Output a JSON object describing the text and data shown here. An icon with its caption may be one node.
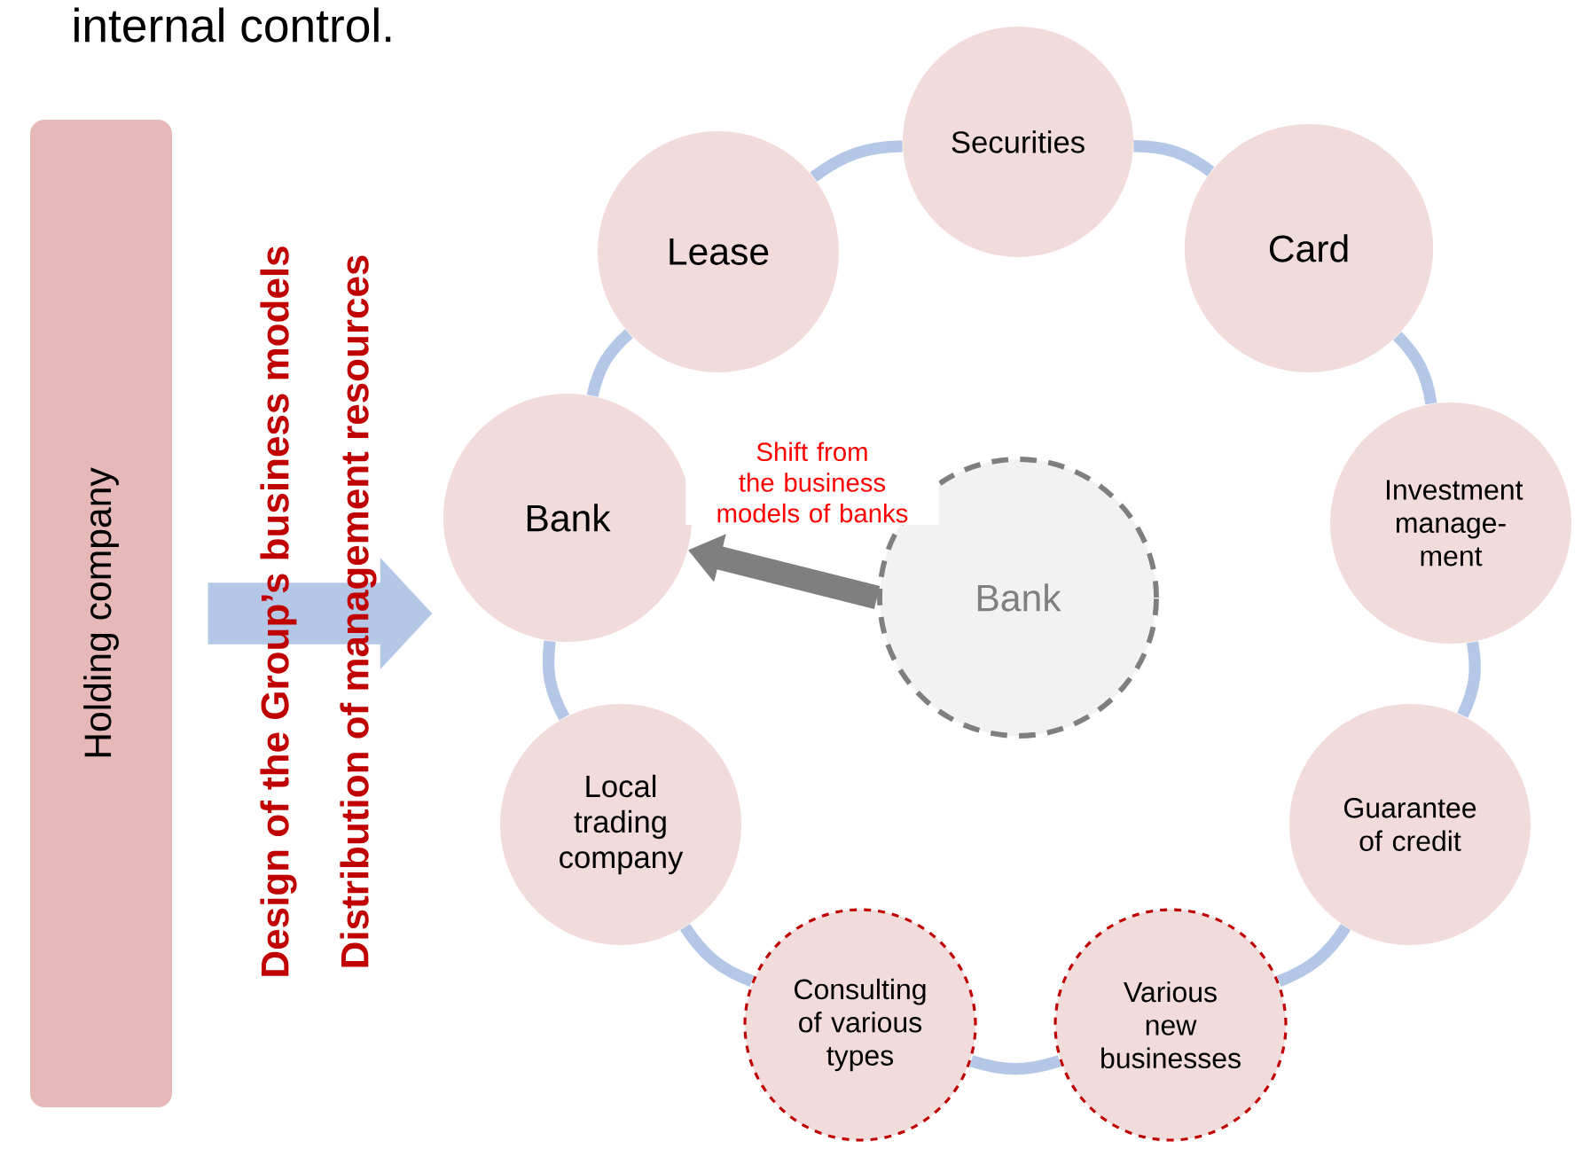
{
  "diagram": {
    "nodes": [
      {
        "text": [
          "Holding company"
        ]
      },
      {
        "text": [
          "Securities"
        ]
      },
      {
        "text": [
          "Card"
        ]
      },
      {
        "text": [
          "Investment manage-ment"
        ]
      },
      {
        "text": [
          "Guarantee of credit"
        ]
      },
      {
        "text": [
          "Various new businesses"
        ]
      },
      {
        "text": [
          "Consulting of various types"
        ]
      },
      {
        "text": [
          "Local trading company"
        ]
      },
      {
        "text": [
          "Bank"
        ]
      },
      {
        "text": [
          "Lease"
        ]
      },
      {
        "text": [
          "Bank"
        ]
      }
    ],
    "edges": [
      {
        "from": 1,
        "to": 2,
        "arrow": "none"
      },
      {
        "from": 2,
        "to": 3,
        "arrow": "none"
      },
      {
        "from": 3,
        "to": 4,
        "arrow": "none"
      },
      {
        "from": 4,
        "to": 5,
        "arrow": "none"
      },
      {
        "from": 5,
        "to": 6,
        "arrow": "none"
      },
      {
        "from": 6,
        "to": 7,
        "arrow": "none"
      },
      {
        "from": 7,
        "to": 8,
        "arrow": "none"
      },
      {
        "from": 8,
        "to": 9,
        "arrow": "none"
      },
      {
        "from": 9,
        "to": 1,
        "arrow": "none"
      },
      {
        "from": 10,
        "to": 8,
        "arrow": "to",
        "label": "Shift from the business models of banks",
        "style": "thick",
        "color": "#7f7f7f"
      },
      {
        "from": 0,
        "to": 8,
        "arrow": "to",
        "style": "thick"
      }
    ],
    "labels": [
      "internal control.",
      "Design of the Group’s business models",
      "Distribution of management resources"
    ]
  }
}
